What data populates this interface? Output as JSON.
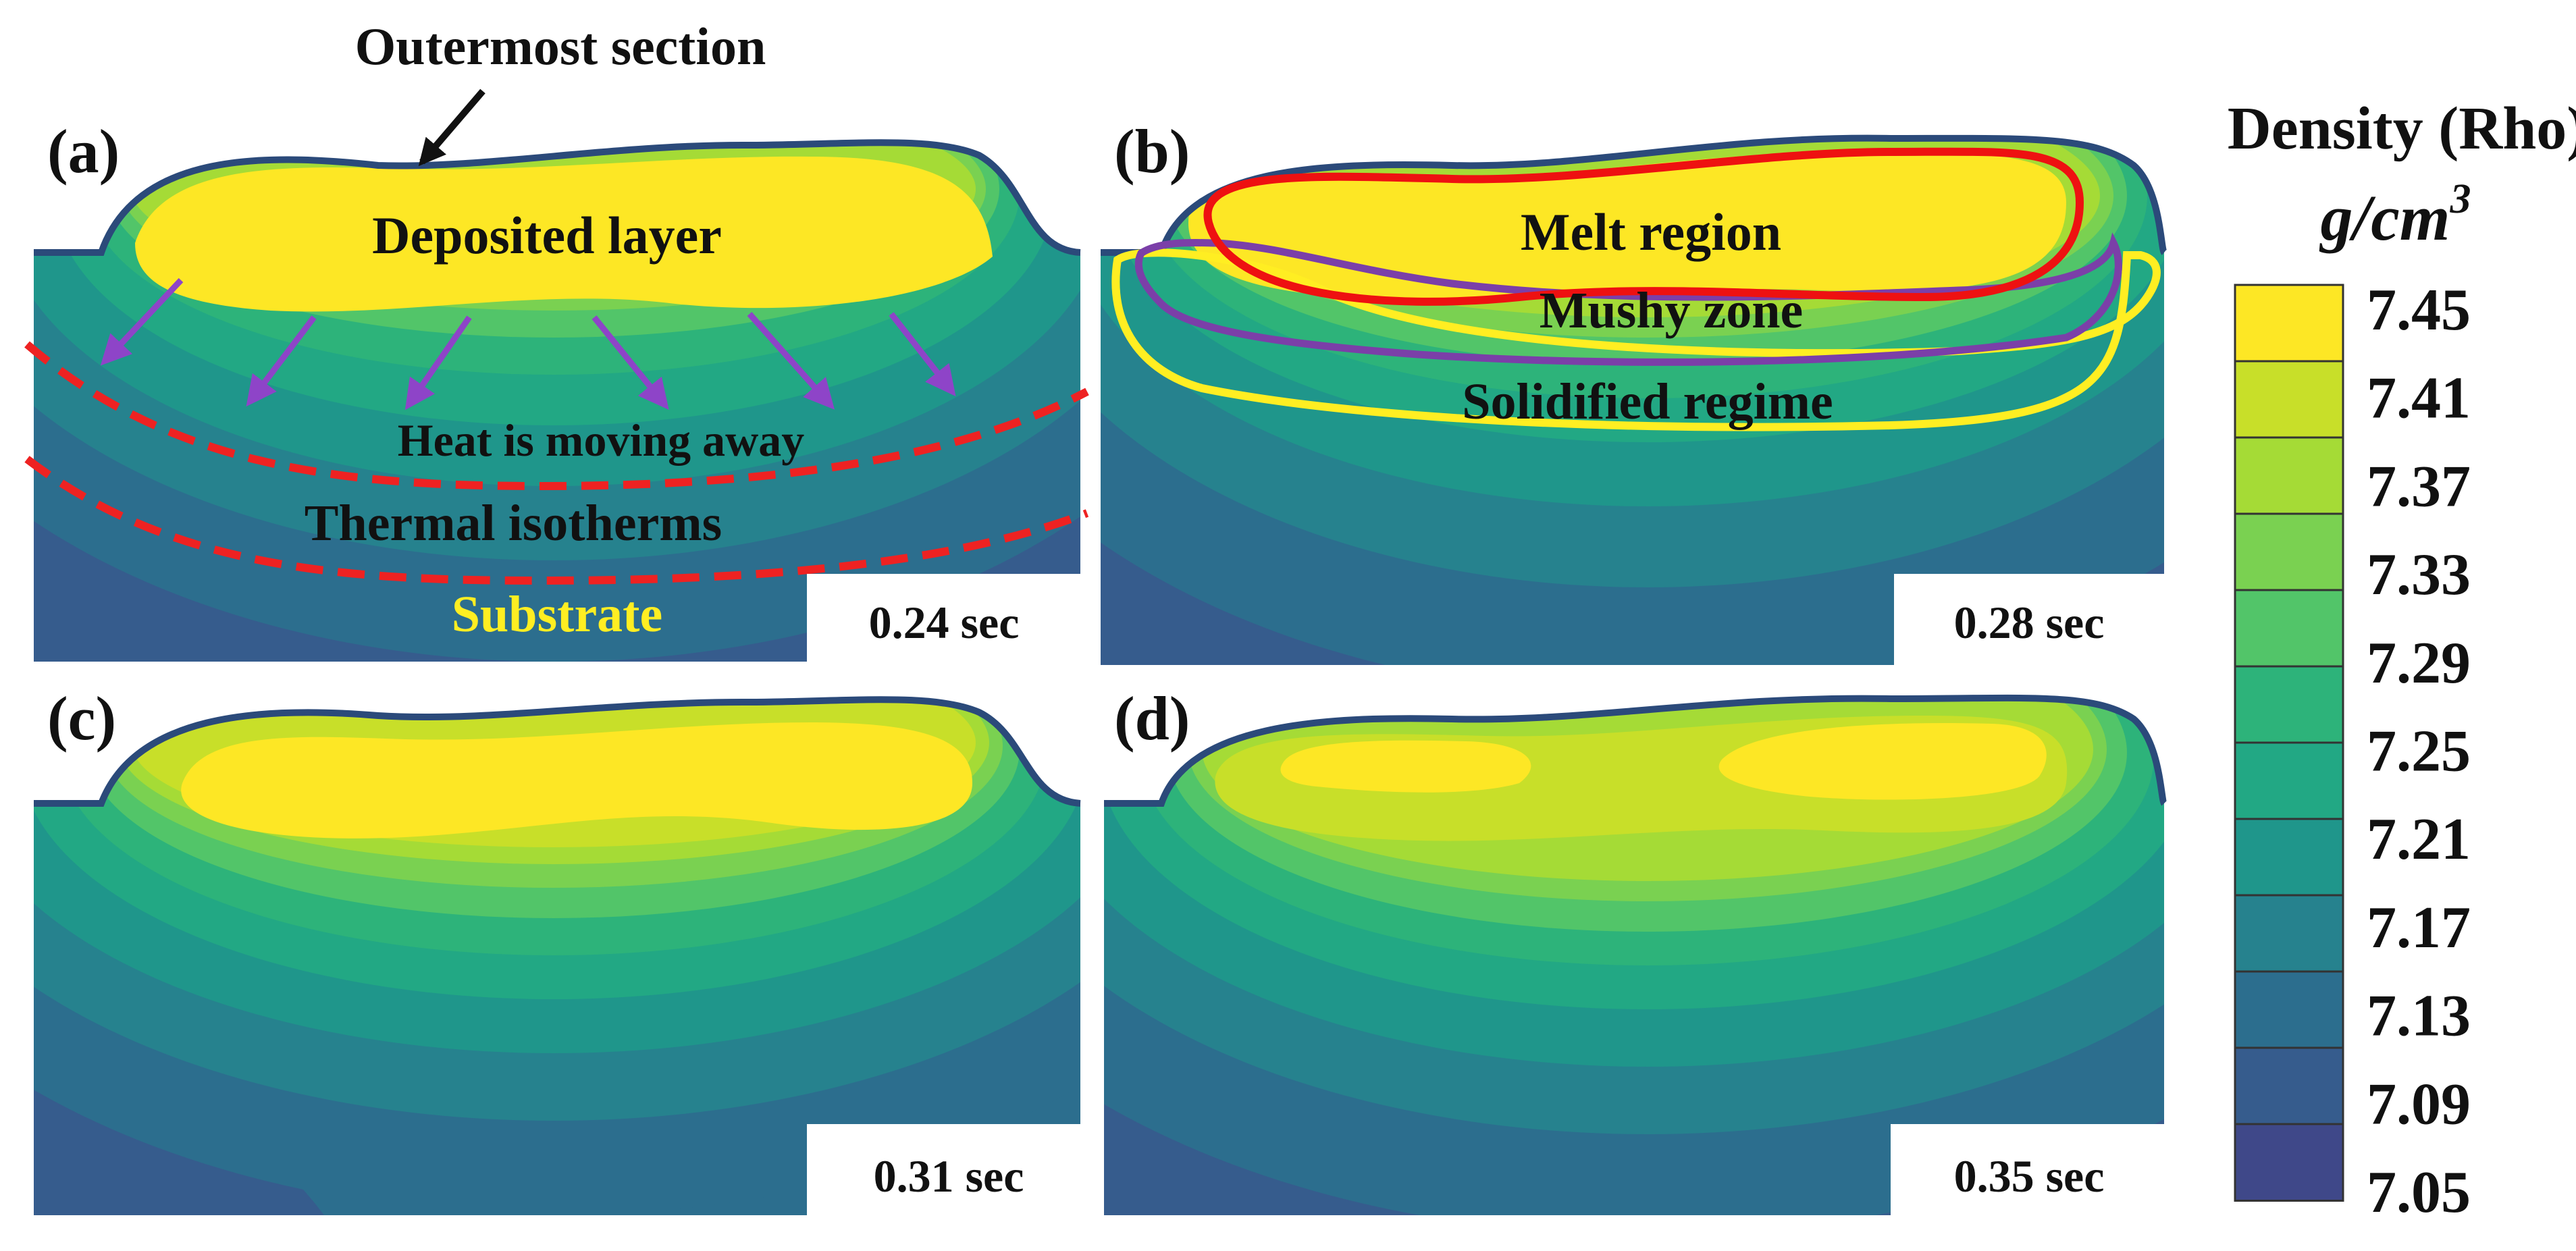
{
  "panels": {
    "a": {
      "tag": "(a)",
      "time": "0.24 sec",
      "labels": {
        "outermost": "Outermost section",
        "deposited": "Deposited layer",
        "heat": "Heat is moving away",
        "isotherms": "Thermal isotherms",
        "substrate": "Substrate"
      }
    },
    "b": {
      "tag": "(b)",
      "time": "0.28 sec",
      "labels": {
        "melt": "Melt region",
        "mushy": "Mushy zone",
        "solidified": "Solidified regime"
      }
    },
    "c": {
      "tag": "(c)",
      "time": "0.31 sec"
    },
    "d": {
      "tag": "(d)",
      "time": "0.35 sec"
    }
  },
  "colorbar": {
    "title": "Density (Rho)",
    "unit_base": "g/cm",
    "unit_exp": "3",
    "ticks": [
      "7.45",
      "7.41",
      "7.37",
      "7.33",
      "7.29",
      "7.25",
      "7.21",
      "7.17",
      "7.13",
      "7.09",
      "7.05"
    ],
    "colors": [
      "#fde725",
      "#c8df29",
      "#a5db36",
      "#7ad151",
      "#52c569",
      "#2db37a",
      "#22a884",
      "#1f968b",
      "#26828e",
      "#2c6e8e",
      "#365c8d",
      "#3f4889"
    ]
  },
  "colors": {
    "melt_outline": "#ee1111",
    "mushy_outline": "#7b3fa8",
    "solid_outline": "#ffee22",
    "arrow": "#8e44c8",
    "isotherm": "#ee2222",
    "substrate_label": "#ffee22"
  }
}
